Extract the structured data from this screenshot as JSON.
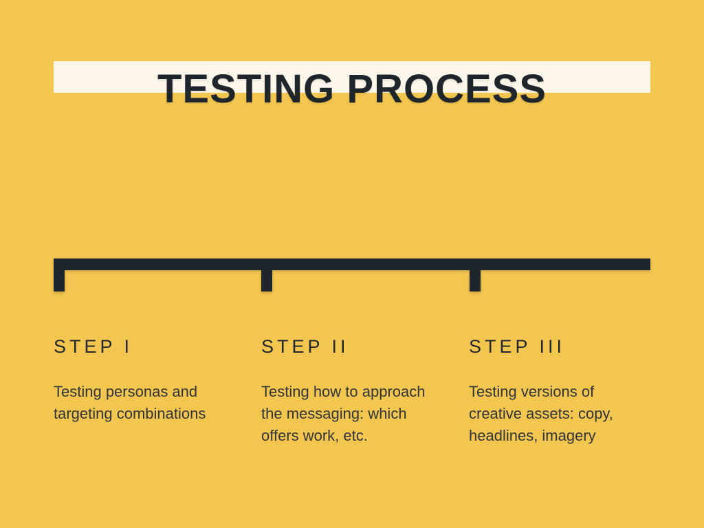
{
  "slide": {
    "title": "TESTING PROCESS"
  },
  "steps": [
    {
      "label": "STEP I",
      "description": "Testing personas and\ntargeting combinations"
    },
    {
      "label": "STEP II",
      "description": "Testing how to approach\nthe messaging: which\noffers work, etc."
    },
    {
      "label": "STEP III",
      "description": "Testing versions of\ncreative assets: copy,\nheadlines, imagery"
    }
  ],
  "colors": {
    "background": "#F3C64F",
    "banner": "#FDF6EA",
    "dark": "#1F262B",
    "heading": "#23282E",
    "body": "#31353B"
  }
}
